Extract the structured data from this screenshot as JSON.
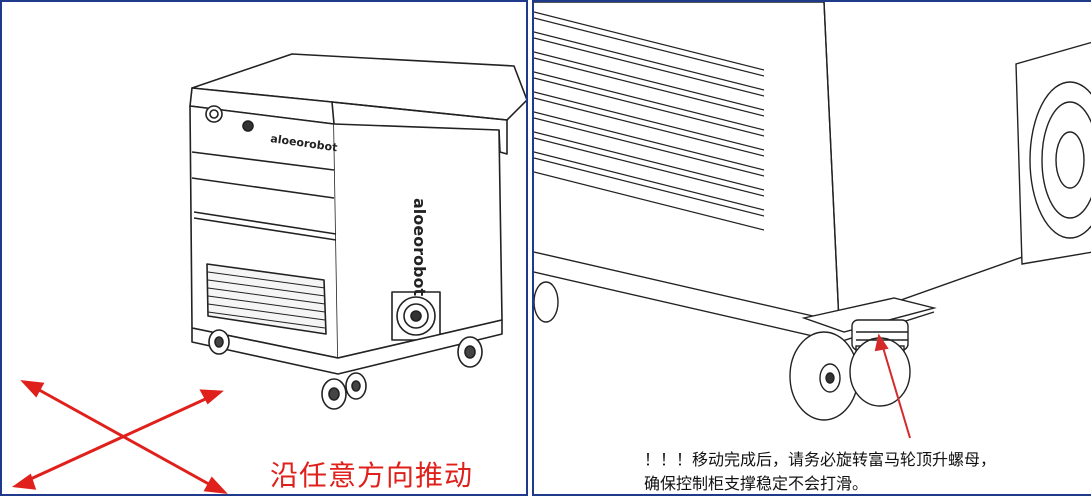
{
  "left_panel": {
    "instruction": "沿任意方向推动",
    "brand_text": "aloeorobot",
    "accent_color": "#e0201b"
  },
  "right_panel": {
    "warning_line_1": "！！！移动完成后，请务必旋转富马轮顶升螺母，",
    "warning_line_2": "确保控制柜支撑稳定不会打滑。",
    "arrow_color": "#d42a2a"
  },
  "border_color": "#1f3a8a"
}
